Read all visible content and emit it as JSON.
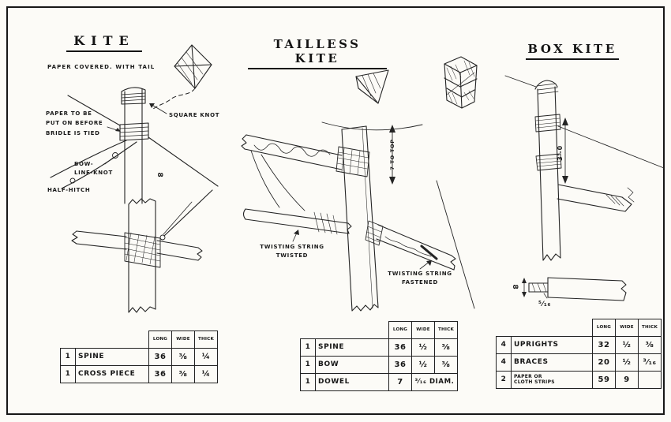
{
  "frame": {
    "border_color": "#171717",
    "bg": "#fcfbf7",
    "ink": "#1d1d1d"
  },
  "sections": {
    "kite": {
      "title": "KITE",
      "subtitle": "PAPER COVERED. WITH TAIL",
      "label_paper_note": "PAPER TO BE\nPUT ON BEFORE\nBRIDLE IS TIED",
      "label_square_knot": "SQUARE KNOT",
      "label_bowline_knot": "BOW-\nLINE-KNOT",
      "label_half_hitch": "HALF-HITCH",
      "dim_8": "8"
    },
    "tailless": {
      "title": "TAILLESS KITE",
      "label_to_top": "7 TO TOP",
      "label_twisted": "TWISTING STRING\nTWISTED",
      "label_fastened": "TWISTING STRING\nFASTENED"
    },
    "box": {
      "title": "BOX KITE",
      "dim_height": "3'-0",
      "dim_8": "8",
      "dim_5_16": "⁵⁄₁₆"
    }
  },
  "table_headers": {
    "long": "LONG",
    "wide": "WIDE",
    "thick": "THICK"
  },
  "tables": {
    "kite": {
      "rows": [
        {
          "qty": "1",
          "name": "SPINE",
          "long": "36",
          "wide": "⅜",
          "thick": "¼"
        },
        {
          "qty": "1",
          "name": "CROSS PIECE",
          "long": "36",
          "wide": "⅜",
          "thick": "¼"
        }
      ]
    },
    "tailless": {
      "rows": [
        {
          "qty": "1",
          "name": "SPINE",
          "long": "36",
          "wide": "½",
          "thick": "⅜"
        },
        {
          "qty": "1",
          "name": "BOW",
          "long": "36",
          "wide": "½",
          "thick": "⅜"
        },
        {
          "qty": "1",
          "name": "DOWEL",
          "long": "7",
          "wide_thick": "³⁄₁₆ DIAM."
        }
      ]
    },
    "box": {
      "rows": [
        {
          "qty": "4",
          "name": "UPRIGHTS",
          "long": "32",
          "wide": "½",
          "thick": "⅜"
        },
        {
          "qty": "4",
          "name": "BRACES",
          "long": "20",
          "wide": "½",
          "thick": "³⁄₁₆"
        },
        {
          "qty": "2",
          "name": "PAPER OR\nCLOTH STRIPS",
          "long": "59",
          "wide": "9",
          "thick": ""
        }
      ]
    }
  }
}
